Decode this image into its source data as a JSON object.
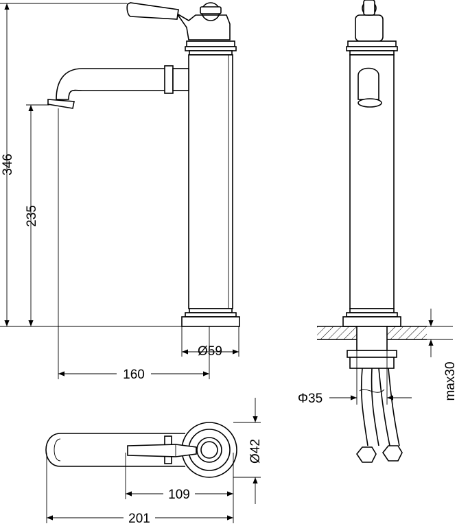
{
  "title": "Tall basin mixer technical drawing",
  "dimensions": {
    "total_height": "346",
    "spout_height": "235",
    "base_diameter": "Ø59",
    "spout_reach": "160",
    "hole_diameter": "Φ35",
    "max_counter_thickness": "max30",
    "top_diameter": "Ø42",
    "handle_to_body": "109",
    "total_length": "201"
  },
  "colors": {
    "line": "#000000",
    "background": "#ffffff"
  }
}
